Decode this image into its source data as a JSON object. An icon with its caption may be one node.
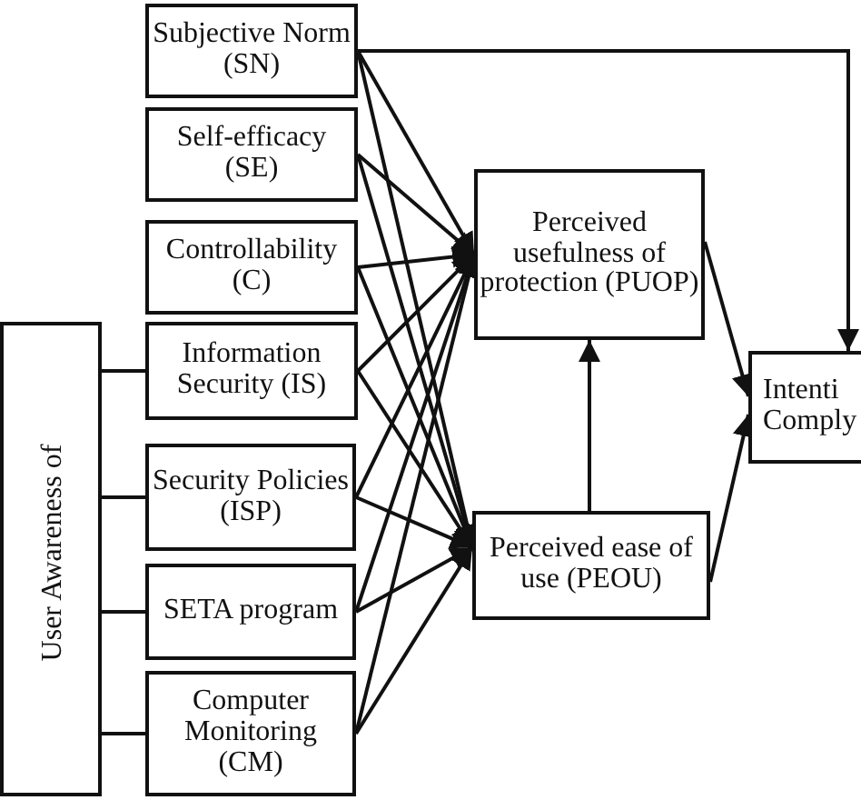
{
  "diagram": {
    "nodes": [
      {
        "text": [
          "User Awareness of"
        ]
      },
      {
        "text": [
          "Subjective Norm (SN)"
        ]
      },
      {
        "text": [
          "Self-efficacy (SE)"
        ]
      },
      {
        "text": [
          "Controllability (C)"
        ]
      },
      {
        "text": [
          "Information Security (IS)"
        ]
      },
      {
        "text": [
          "Security Policies (ISP)"
        ]
      },
      {
        "text": [
          "SETA program"
        ]
      },
      {
        "text": [
          "Computer Monitoring (CM)"
        ]
      },
      {
        "text": [
          "Perceived usefulness of protection (PUOP)"
        ]
      },
      {
        "text": [
          "Perceived ease of use (PEOU)"
        ]
      },
      {
        "text": [
          "Intenti Comply"
        ]
      }
    ],
    "edges": [
      {
        "from": 1,
        "to": 8,
        "arrow": "to"
      },
      {
        "from": 2,
        "to": 8,
        "arrow": "to"
      },
      {
        "from": 3,
        "to": 8,
        "arrow": "to"
      },
      {
        "from": 4,
        "to": 8,
        "arrow": "to"
      },
      {
        "from": 5,
        "to": 8,
        "arrow": "to"
      },
      {
        "from": 6,
        "to": 8,
        "arrow": "to"
      },
      {
        "from": 7,
        "to": 8,
        "arrow": "to"
      },
      {
        "from": 1,
        "to": 9,
        "arrow": "to"
      },
      {
        "from": 2,
        "to": 9,
        "arrow": "to"
      },
      {
        "from": 3,
        "to": 9,
        "arrow": "to"
      },
      {
        "from": 4,
        "to": 9,
        "arrow": "to"
      },
      {
        "from": 5,
        "to": 9,
        "arrow": "to"
      },
      {
        "from": 6,
        "to": 9,
        "arrow": "to"
      },
      {
        "from": 7,
        "to": 9,
        "arrow": "to"
      },
      {
        "from": 1,
        "to": 10,
        "arrow": "to"
      },
      {
        "from": 9,
        "to": 8,
        "arrow": "to"
      },
      {
        "from": 8,
        "to": 10,
        "arrow": "to"
      },
      {
        "from": 9,
        "to": 10,
        "arrow": "to"
      },
      {
        "from": 0,
        "to": 4,
        "arrow": "none"
      },
      {
        "from": 0,
        "to": 5,
        "arrow": "none"
      },
      {
        "from": 0,
        "to": 6,
        "arrow": "none"
      },
      {
        "from": 0,
        "to": 7,
        "arrow": "none"
      }
    ]
  }
}
